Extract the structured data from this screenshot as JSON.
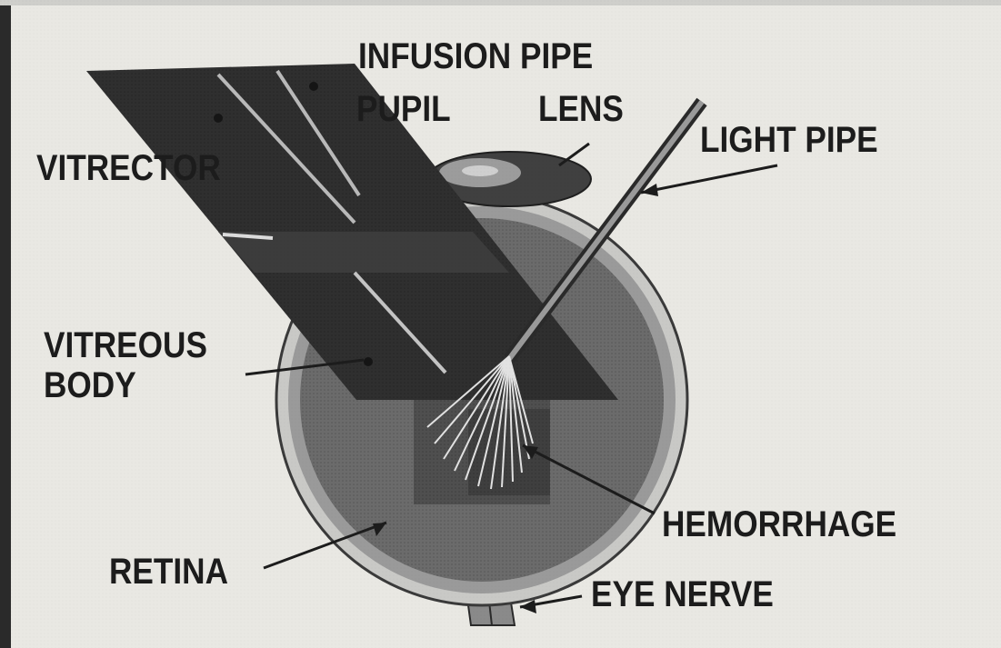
{
  "diagram": {
    "labels": {
      "infusion_pipe": "INFUSION PIPE",
      "pupil": "PUPIL",
      "lens": "LENS",
      "light_pipe": "LIGHT PIPE",
      "vitrector": "VITRECTOR",
      "vitreous_body_line1": "VITREOUS",
      "vitreous_body_line2": "BODY",
      "hemorrhage": "HEMORRHAGE",
      "retina": "RETINA",
      "eye_nerve": "EYE NERVE"
    },
    "colors": {
      "paper": "#e9e8e3",
      "ink": "#1c1c1c",
      "instrument_dark": "#2f2f2f",
      "eye_interior": "#6b6b6b",
      "retina_ring": "#9a9a9a",
      "sclera": "#c9c9c6",
      "light_rays": "#e2e2e2"
    }
  }
}
